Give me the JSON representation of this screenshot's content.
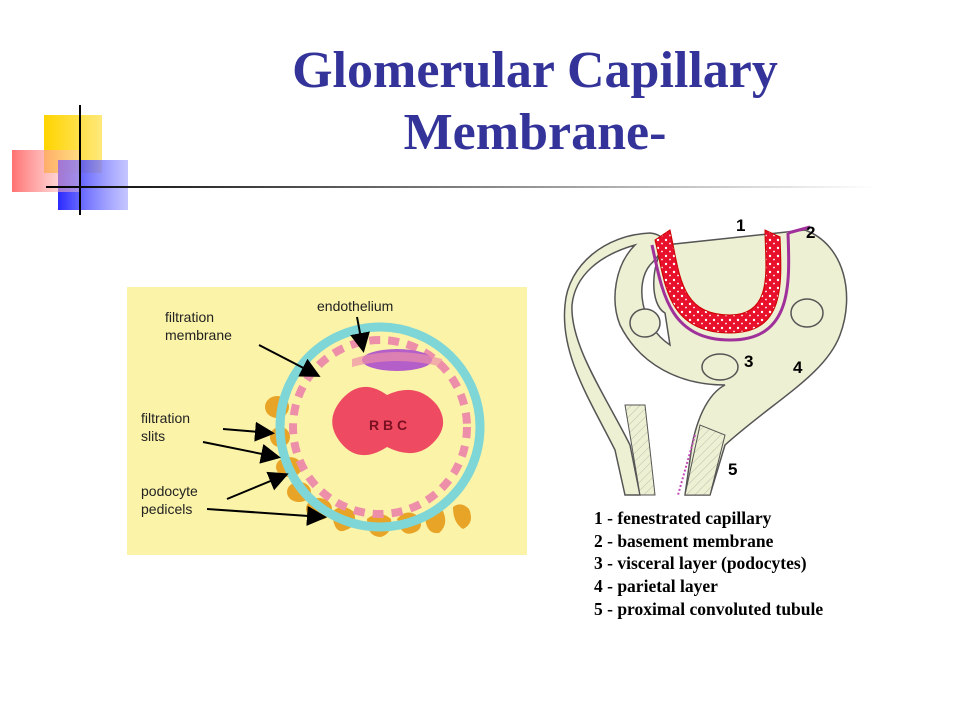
{
  "slide": {
    "title_line1": "Glomerular Capillary",
    "title_line2": "Membrane-"
  },
  "left_figure": {
    "labels": {
      "filtration_membrane_1": "filtration",
      "filtration_membrane_2": "membrane",
      "endothelium": "endothelium",
      "filtration_slits_1": "filtration",
      "filtration_slits_2": "slits",
      "podocyte_pedicels_1": "podocyte",
      "podocyte_pedicels_2": "pedicels",
      "rbc": "R B C"
    },
    "colors": {
      "background": "#fbf3a8",
      "capillary_ring": "#7ed6d6",
      "endothelium_dashes": "#ee8faa",
      "rbc": "#ee4a62",
      "endothelial_cell": "#b35ec9",
      "podocyte": "#e8a427"
    }
  },
  "right_figure": {
    "numbers": [
      "1",
      "2",
      "3",
      "4",
      "5"
    ],
    "legend": [
      "1 - fenestrated capillary",
      "2 - basement membrane",
      "3 - visceral layer (podocytes)",
      "4 - parietal layer",
      "5 - proximal convoluted tubule"
    ],
    "colors": {
      "capillary": "#e8102a",
      "basement_membrane": "#a0309a",
      "layer_fill": "#edf0d2",
      "outline": "#555555"
    }
  }
}
